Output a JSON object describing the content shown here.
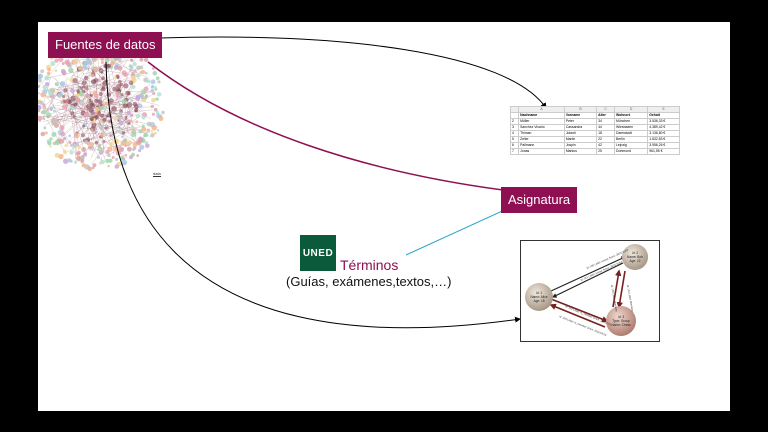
{
  "labels": {
    "fuentes": "Fuentes de datos",
    "asignatura": "Asignatura",
    "logo": "UNED",
    "terminos": "Términos",
    "guias": "(Guías, exámenes,textos,…)",
    "small_tag": "data"
  },
  "spreadsheet": {
    "col_letters": [
      "",
      "A",
      "B",
      "C",
      "D",
      "E"
    ],
    "headers": [
      "",
      "Nachname",
      "Vorname",
      "Alter",
      "Wohnort",
      "Gehalt"
    ],
    "rows": [
      [
        "2",
        "Müller",
        "Peter",
        "34",
        "München",
        "3.536,33 €"
      ],
      [
        "3",
        "Sanchez Vicario",
        "Cassandra",
        "44",
        "Wiesbaden",
        "4.389,42 €"
      ],
      [
        "4",
        "Thiman",
        "Jolanti",
        "18",
        "Darmstadt",
        "3.136,80 €"
      ],
      [
        "5",
        "Zeller",
        "Martin",
        "22",
        "Berlin",
        "1.832,83 €"
      ],
      [
        "6",
        "Pallmann",
        "Jospin",
        "42",
        "Leipzig",
        "3.956,26 €"
      ],
      [
        "7",
        "Jonas",
        "Markus",
        "25",
        "Dortmund",
        "961,55 €"
      ]
    ]
  },
  "graph": {
    "nodes": [
      {
        "name": "Id: 1",
        "label": "Name: Alice",
        "sub": "Age: 18"
      },
      {
        "name": "Id: 2",
        "label": "Name: Bob",
        "sub": "Age: 22"
      },
      {
        "name": "Id: 3",
        "label": "Type: Group",
        "sub": "Name: Chess"
      }
    ],
    "edges": [
      "Id: 100 Label: knows Since: 2001/10/03",
      "Id: 101 Label: knows Since: 2001/10/04",
      "Id: 102 Label: is_member Since: 2005/7/01",
      "Id: 103 Label: is_member Since: 2011/02/14",
      "Id: 104 Label: Members",
      "Id: 105 Label: Members"
    ]
  },
  "colors": {
    "box": "#8e0f52",
    "logo": "#0b5a3c",
    "line_cyan": "#2aa6c9"
  }
}
